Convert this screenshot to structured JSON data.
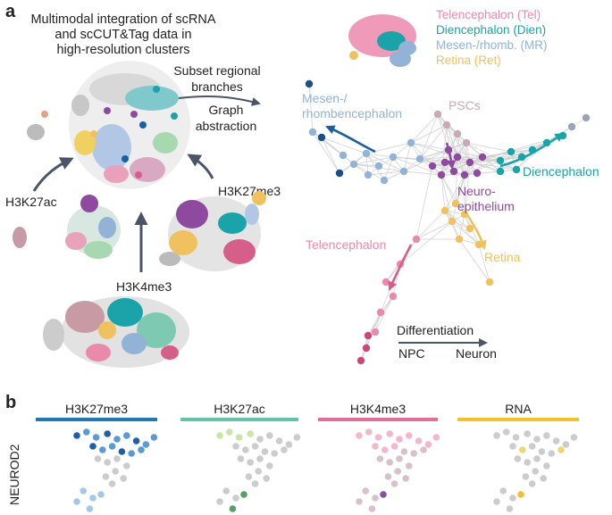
{
  "panel_a": {
    "letter": "a",
    "title_line1": "Multimodal integration of scRNA",
    "title_line2": "and scCUT&Tag data in",
    "title_line3": "high-resolution clusters",
    "step1_line1": "Subset regional",
    "step1_line2": "branches",
    "step2_line1": "Graph",
    "step2_line2": "abstraction",
    "marks": {
      "h3k27ac": "H3K27ac",
      "h3k27me3": "H3K27me3",
      "h3k4me3": "H3K4me3"
    },
    "legend": [
      {
        "text": "Telencephalon (Tel)",
        "color": "#e98aac"
      },
      {
        "text": "Diencephalon (Dien)",
        "color": "#1aa3a8"
      },
      {
        "text": "Mesen-/rhomb. (MR)",
        "color": "#92b2d6"
      },
      {
        "text": "Retina (Ret)",
        "color": "#efc15f"
      }
    ],
    "graph_labels": {
      "mesen_line1": "Mesen-/",
      "mesen_line2": "rhombencephalon",
      "pscs": "PSCs",
      "diencephalon": "Diencephalon",
      "neuro_line1": "Neuro-",
      "neuro_line2": "epithelium",
      "telencephalon": "Telencephalon",
      "retina": "Retina",
      "differentiation": "Differentiation",
      "npc": "NPC",
      "neuron": "Neuron"
    }
  },
  "panel_b": {
    "letter": "b",
    "gene": "NEUROD2",
    "modalities": [
      {
        "name": "H3K27me3",
        "color": "#1f78b4"
      },
      {
        "name": "H3K27ac",
        "color": "#66c2a5"
      },
      {
        "name": "H3K4me3",
        "color": "#e07098"
      },
      {
        "name": "RNA",
        "color": "#f2c12e"
      }
    ]
  },
  "colors": {
    "tel": "#e98aac",
    "dien": "#1aa3a8",
    "mr": "#92b2d6",
    "ret": "#efc15f",
    "neuro": "#8e4a9e",
    "psc": "#c8a9b8",
    "arrow": "#4a5568"
  }
}
